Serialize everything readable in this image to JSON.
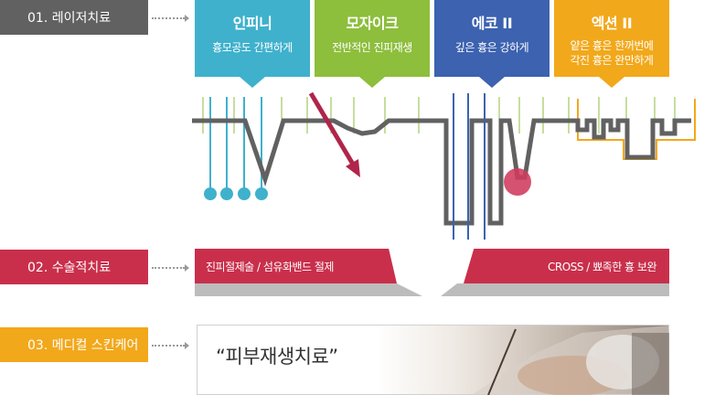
{
  "stages": [
    {
      "label": "01. 레이저치료",
      "color": "#616161"
    },
    {
      "label": "02. 수술적치료",
      "color": "#c92f4b"
    },
    {
      "label": "03. 메디컬 스킨케어",
      "color": "#f2a81b"
    }
  ],
  "laser_cards": [
    {
      "title": "인피니",
      "desc": "흉모공도 간편하게",
      "color": "#3fb1cc"
    },
    {
      "title": "모자이크",
      "desc": "전반적인 진피재생",
      "color": "#8dbe3c"
    },
    {
      "title": "에코 II",
      "desc": "깊은 흉은 강하게",
      "color": "#3c62b0"
    },
    {
      "title": "엑션 II",
      "desc": "얕은 흉은 한꺼번에 각진 흉은 완만하게",
      "desc_line1": "얕은 흉은 한꺼번에",
      "desc_line2": "각진  흉은 완만하게",
      "color": "#f2a81b"
    }
  ],
  "surgery": {
    "left_label": "진피절제술 / 섬유화밴드 절제",
    "right_label": "CROSS / 뾰족한 흉 보완"
  },
  "skincare": {
    "quote": "“피부재생치료”"
  },
  "colors": {
    "profile": "#616161",
    "green_line": "#8dbe3c",
    "cyan": "#3fb1cc",
    "blue": "#3c62b0",
    "red_arrow": "#b0254a",
    "pink_dot": "#cf3a5c",
    "orange": "#f2a81b"
  }
}
